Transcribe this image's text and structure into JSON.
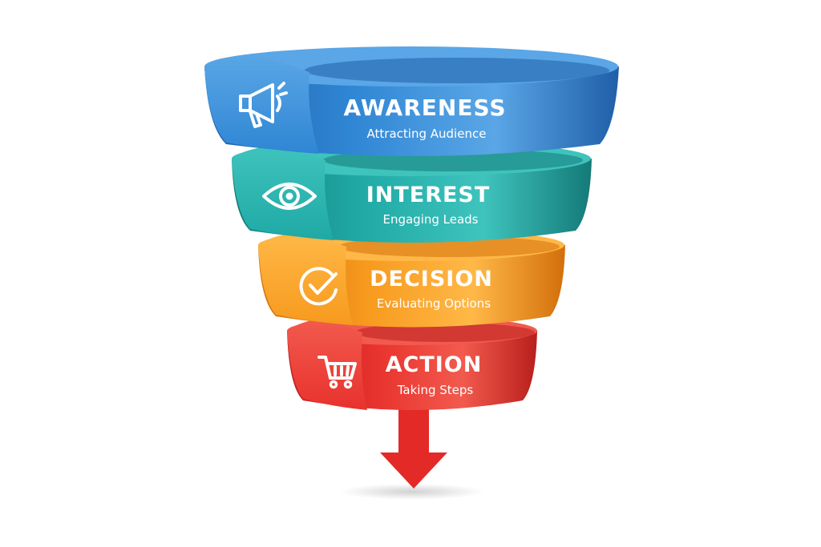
{
  "stages": [
    {
      "title": "AWARENESS",
      "subtitle": "Attracting Audience",
      "icon": "megaphone-icon",
      "color": "#2f86d4",
      "dark": "#1f5fa8",
      "light": "#5aa6e6"
    },
    {
      "title": "INTEREST",
      "subtitle": "Engaging Leads",
      "icon": "eye-icon",
      "color": "#1fa9a5",
      "dark": "#147a78",
      "light": "#3fc3bd"
    },
    {
      "title": "DECISION",
      "subtitle": "Evaluating Options",
      "icon": "check-circle-icon",
      "color": "#f79a1e",
      "dark": "#d36f0b",
      "light": "#ffb847"
    },
    {
      "title": "ACTION",
      "subtitle": "Taking Steps",
      "icon": "shopping-cart-icon",
      "color": "#e8322d",
      "dark": "#b81f1c",
      "light": "#f25a4e"
    }
  ],
  "arrow": {
    "color": "#e32a27",
    "icon": "down-arrow-icon"
  }
}
